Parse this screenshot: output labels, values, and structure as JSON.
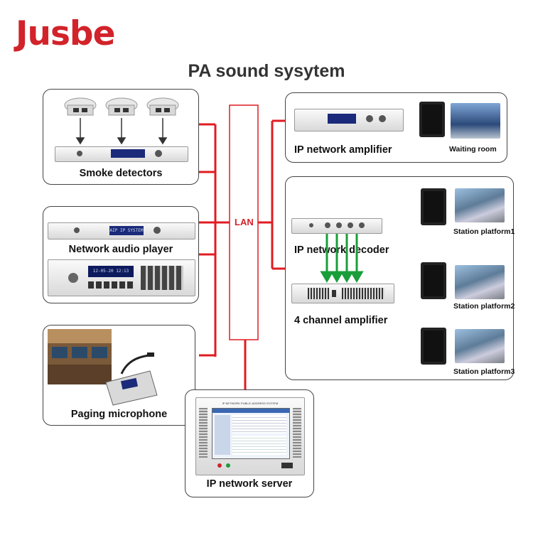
{
  "brand": "Jusbe",
  "title": "PA sound sysytem",
  "lan_label": "LAN",
  "devices": {
    "smoke_detectors": "Smoke detectors",
    "network_audio_player": "Network audio player",
    "paging_microphone": "Paging microphone",
    "ip_network_server": "IP network server",
    "ip_network_amplifier": "IP network amplifier",
    "waiting_room": "Waiting room",
    "ip_network_decoder": "IP network decoder",
    "four_channel_amplifier": "4 channel amplifier",
    "station_platforms": [
      "Station platform1",
      "Station platform2",
      "Station platform3"
    ]
  },
  "display_text": {
    "rack_lcd": "AIP IP SYSTEM",
    "player_lcd": "12-05-20 12:13",
    "server_header": "IP NETWORK PUBLIC ADDRESS SYSTEM"
  },
  "colors": {
    "brand": "#d2232a",
    "lan": "#e11b22",
    "arrows": "#1a9e3a"
  },
  "icons": [
    "smoke-detector-icon",
    "rack-unit-icon",
    "speaker-icon",
    "station-photo-icon",
    "paging-mic-icon",
    "server-screen-icon"
  ]
}
